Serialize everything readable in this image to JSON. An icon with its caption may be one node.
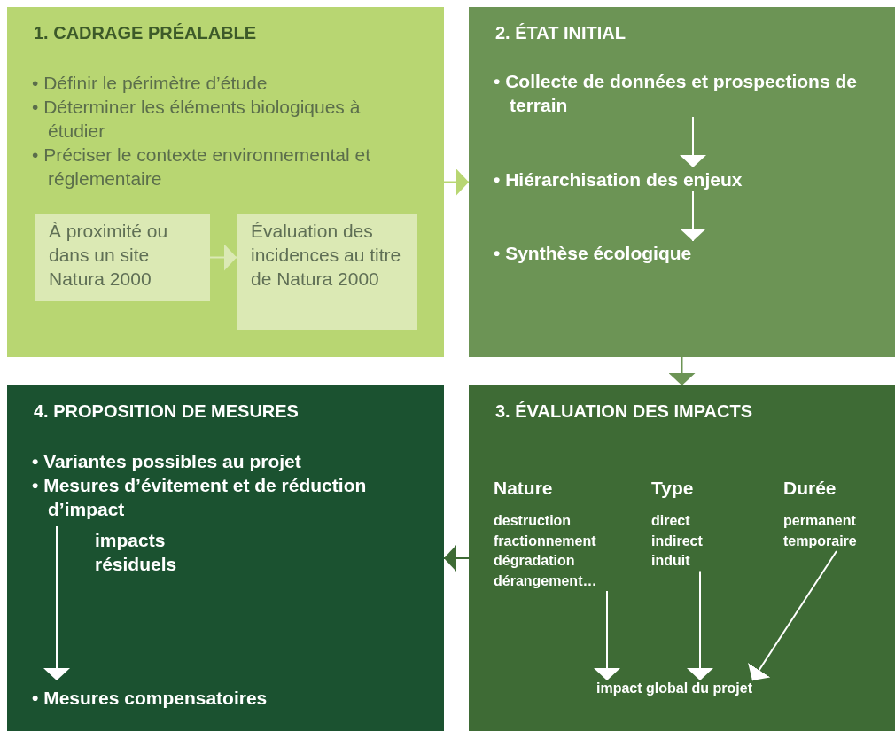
{
  "diagram": {
    "nodes": [
      {
        "text": [
          "1. CADRAGE PRÉALABLE",
          "• Définir le périmètre d’étude",
          "• Déterminer les éléments biologiques à étudier",
          "• Préciser le contexte environnemental et réglementaire"
        ]
      },
      {
        "text": [
          "À proximité ou dans un site Natura 2000"
        ],
        "in": 0
      },
      {
        "text": [
          "Évaluation des incidences au titre de Natura 2000"
        ],
        "in": 0
      },
      {
        "text": [
          "2. ÉTAT INITIAL"
        ]
      },
      {
        "text": [
          "• Collecte de données et prospections de terrain"
        ],
        "in": 3
      },
      {
        "text": [
          "• Hiérarchisation des enjeux"
        ],
        "in": 3
      },
      {
        "text": [
          "• Synthèse écologique"
        ],
        "in": 3
      },
      {
        "text": [
          "3. ÉVALUATION DES IMPACTS"
        ]
      },
      {
        "text": [
          "Nature",
          "destruction",
          "fractionnement",
          "dégradation",
          "dérangement…"
        ],
        "in": 7
      },
      {
        "text": [
          "Type",
          "direct",
          "indirect",
          "induit"
        ],
        "in": 7
      },
      {
        "text": [
          "Durée",
          "permanent",
          "temporaire"
        ],
        "in": 7
      },
      {
        "text": [
          "impact global du projet"
        ],
        "in": 7
      },
      {
        "text": [
          "4. PROPOSITION DE MESURES"
        ]
      },
      {
        "text": [
          "• Variantes possibles au projet"
        ],
        "in": 12
      },
      {
        "text": [
          "• Mesures d’évitement et de réduction d’impact"
        ],
        "in": 12
      },
      {
        "text": [
          "• Mesures compensatoires"
        ],
        "in": 12
      }
    ],
    "edges": [
      {
        "from": 0,
        "to": 3,
        "arrow": "to",
        "color": "#b8d672"
      },
      {
        "from": 1,
        "to": 2,
        "arrow": "to",
        "color": "#dbe9b4"
      },
      {
        "from": 4,
        "to": 5,
        "arrow": "to"
      },
      {
        "from": 5,
        "to": 6,
        "arrow": "to"
      },
      {
        "from": 3,
        "to": 7,
        "arrow": "to",
        "color": "#6c9455"
      },
      {
        "from": 8,
        "to": 11,
        "arrow": "to"
      },
      {
        "from": 9,
        "to": 11,
        "arrow": "to"
      },
      {
        "from": 10,
        "to": 11,
        "arrow": "to"
      },
      {
        "from": 7,
        "to": 12,
        "arrow": "to",
        "color": "#3e6b35"
      },
      {
        "from": 14,
        "to": 15,
        "arrow": "to",
        "label": "impacts résiduels"
      }
    ]
  }
}
